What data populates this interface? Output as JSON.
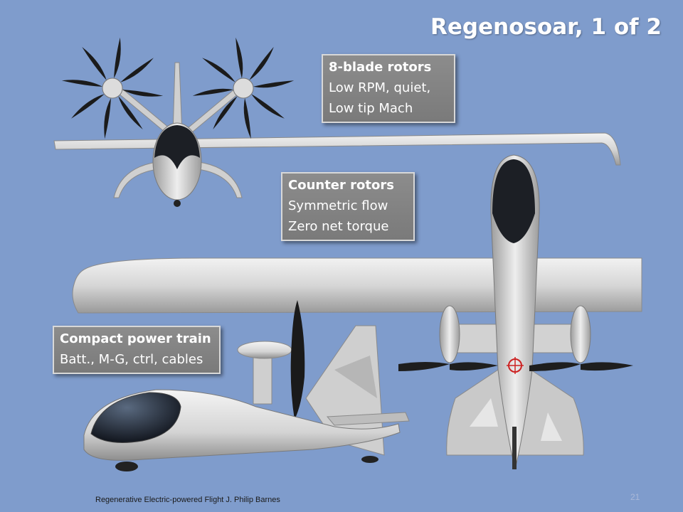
{
  "slide": {
    "title": "Regenosoar, 1 of 2",
    "footer": "Regenerative Electric-powered Flight   J. Philip Barnes",
    "page_number": "21"
  },
  "callouts": [
    {
      "heading": "8-blade rotors",
      "lines": [
        "Low RPM, quiet,",
        "Low tip Mach"
      ]
    },
    {
      "heading": "Counter rotors",
      "lines": [
        "Symmetric flow",
        "Zero net torque"
      ]
    },
    {
      "heading": "Compact power train",
      "lines": [
        "Batt., M-G, ctrl, cables"
      ]
    }
  ],
  "colors": {
    "background": "#7f9ccc",
    "callout_fill": "#858585",
    "aircraft_body": "#d9d9d9",
    "canopy": "#1e2530"
  }
}
